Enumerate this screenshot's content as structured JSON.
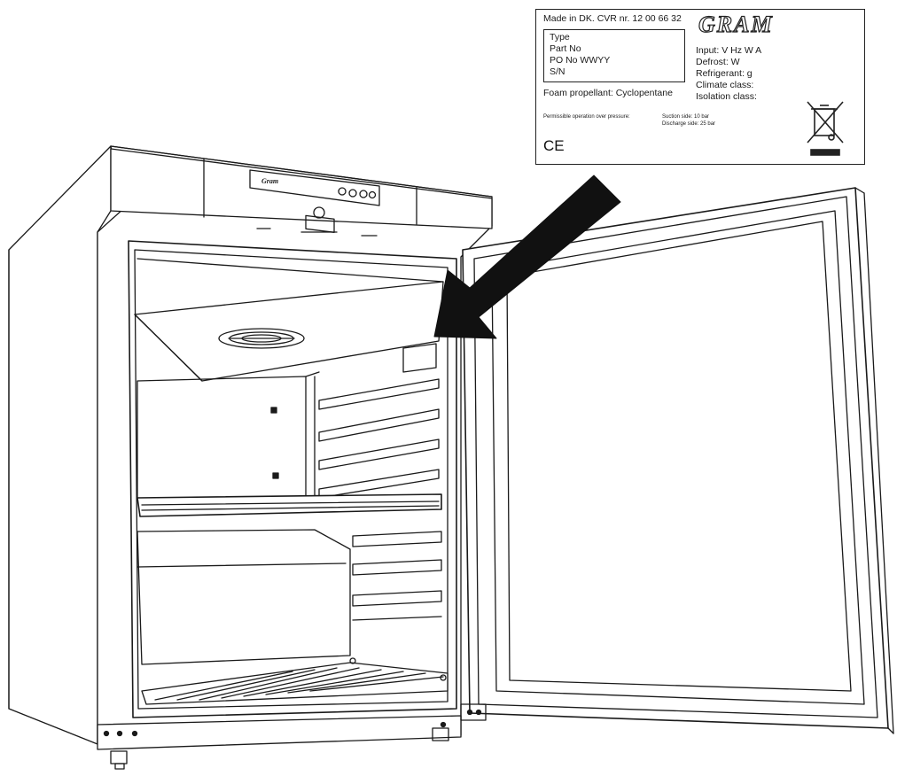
{
  "label_plate": {
    "made_in": "Made in DK. CVR nr. 12 00 66 32",
    "brand_logo": "GRAM",
    "id_box_lines": [
      "Type",
      "Part No",
      "PO No WWYY",
      "S/N"
    ],
    "specs": [
      "Input: V Hz W A",
      "Defrost: W",
      "Refrigerant: g",
      "Climate class:",
      "Isolation class:"
    ],
    "foam": "Foam propellant: Cyclopentane",
    "pressure_label": "Permissible operation over pressure:",
    "suction_side": "Suction side:    10 bar",
    "discharge_side": "Discharge side: 25 bar",
    "ce_mark": "CE",
    "disposal_icon": "crossed-out-wheelie-bin-icon"
  },
  "cabinet": {
    "control_panel_logo": "Gram",
    "arrow_color": "#111111"
  }
}
